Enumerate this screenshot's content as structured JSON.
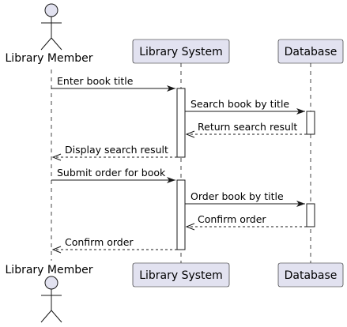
{
  "participants": {
    "member": {
      "label": "Library Member",
      "kind": "actor"
    },
    "system": {
      "label": "Library System",
      "kind": "participant"
    },
    "database": {
      "label": "Database",
      "kind": "participant"
    }
  },
  "messages": [
    {
      "from": "member",
      "to": "system",
      "text": "Enter book title",
      "style": "solid"
    },
    {
      "from": "system",
      "to": "database",
      "text": "Search book by title",
      "style": "solid"
    },
    {
      "from": "database",
      "to": "system",
      "text": "Return search result",
      "style": "dashed"
    },
    {
      "from": "system",
      "to": "member",
      "text": "Display search result",
      "style": "dashed"
    },
    {
      "from": "member",
      "to": "system",
      "text": "Submit order for book",
      "style": "solid"
    },
    {
      "from": "system",
      "to": "database",
      "text": "Order book by title",
      "style": "solid"
    },
    {
      "from": "database",
      "to": "system",
      "text": "Confirm order",
      "style": "dashed"
    },
    {
      "from": "system",
      "to": "member",
      "text": "Confirm order",
      "style": "dashed"
    }
  ],
  "colors": {
    "participant_fill": "#E2E2F0",
    "stroke": "#181818",
    "activation_fill": "#FFFFFF"
  }
}
